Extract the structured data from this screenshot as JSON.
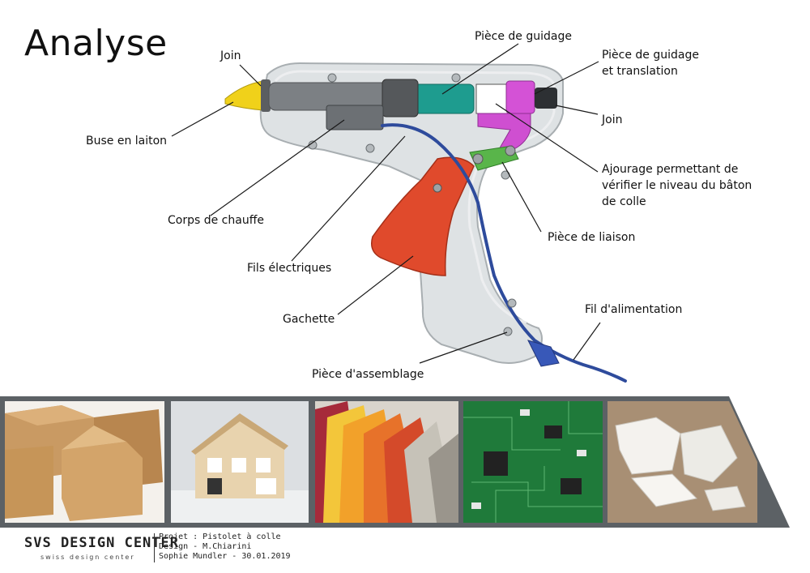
{
  "title": "Analyse",
  "labels": {
    "join_left": "Join",
    "buse": "Buse en laiton",
    "corps": "Corps de chauffe",
    "fils": "Fils électriques",
    "gachette": "Gachette",
    "assemblage": "Pièce d'assemblage",
    "guidage": "Pièce de guidage",
    "guidage_translation_1": "Pièce de guidage",
    "guidage_translation_2": "et translation",
    "join_right": "Join",
    "ajourage_1": "Ajourage permettant de",
    "ajourage_2": "vérifier le niveau du bâton",
    "ajourage_3": "de colle",
    "liaison": "Pièce de liaison",
    "alimentation": "Fil d'alimentation"
  },
  "photos": [
    "cardboard-boxes",
    "wooden-house-model",
    "fabric-swatches",
    "circuit-board",
    "broken-porcelain"
  ],
  "footer": {
    "logo": "SVS DESIGN CENTER",
    "logo_sub": "swiss design center",
    "projet": "Projet : Pistolet à colle",
    "design": "Design - M.Chiarini",
    "author": "Sophie Mundler - 30.01.2019"
  }
}
